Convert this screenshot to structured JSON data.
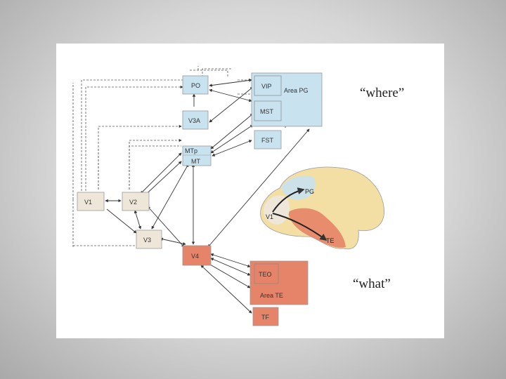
{
  "title": "",
  "diagram": {
    "boxes": {
      "v1": "V1",
      "v2": "V2",
      "v3": "V3",
      "v4": "V4",
      "po": "PO",
      "v3a": "V3A",
      "mtp": "MTp",
      "mt": "MT",
      "vip": "VIP",
      "area_pg": "Area PG",
      "mst": "MST",
      "fst": "FST",
      "teo": "TEO",
      "area_te": "Area TE",
      "tf": "TF"
    },
    "stream_labels": {
      "where": "“where”",
      "what": "“what”"
    },
    "brain_labels": {
      "pg": "PG",
      "v1": "V1",
      "te": "TE"
    },
    "colors": {
      "dorsal_fill": "#c9e2ef",
      "ventral_fill": "#e58468",
      "early_fill": "#efe6da",
      "brain_fill": "#f3dfa4",
      "line": "#333333"
    }
  }
}
